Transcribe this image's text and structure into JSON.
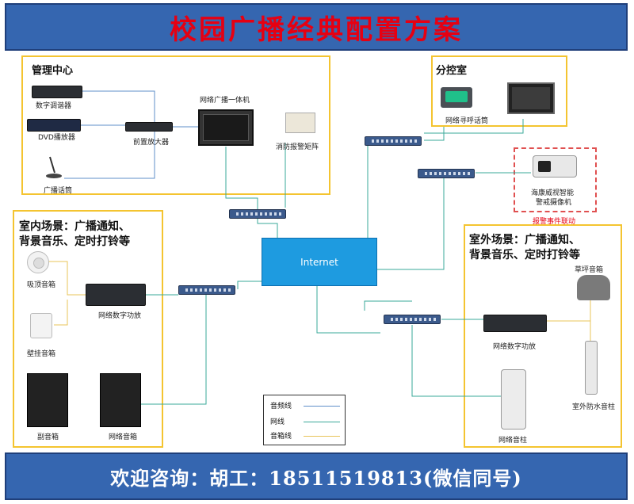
{
  "title": "校园广播经典配置方案",
  "contact": "欢迎咨询：胡工：18511519813(微信同号)",
  "management": {
    "title": "管理中心",
    "digital_tuner": "数字调谐器",
    "dvd_player": "DVD播放器",
    "microphone": "广播话筒",
    "preamp": "前置放大器",
    "all_in_one": "网络广播一体机",
    "fire_alarm": "消防报警矩阵"
  },
  "control_room": {
    "title": "分控室",
    "paging_mic": "网络寻呼话筒"
  },
  "camera": {
    "label_line1": "海康威视智能",
    "label_line2": "警戒摄像机",
    "alarm": "报警事件联动"
  },
  "internet": "Internet",
  "indoor": {
    "title_line1": "室内场景：广播通知、",
    "title_line2": "背景音乐、定时打铃等",
    "ceiling_speaker": "吸顶音箱",
    "wall_speaker": "壁挂音箱",
    "amplifier": "网络数字功放",
    "sub_speaker": "副音箱",
    "net_speaker": "网络音箱"
  },
  "outdoor": {
    "title_line1": "室外场景：广播通知、",
    "title_line2": "背景音乐、定时打铃等",
    "lawn_speaker": "草坪音箱",
    "amplifier": "网络数字功放",
    "waterproof_column": "室外防水音柱",
    "net_column": "网络音柱"
  },
  "legend": {
    "audio_line": "音频线",
    "network_line": "网线",
    "speaker_line": "音箱线"
  },
  "colors": {
    "audio_line": "#5f8fc8",
    "network_line": "#3aa89a",
    "speaker_line": "#e8c45a",
    "banner": "#3566b0",
    "title_text": "#e60012",
    "internet_box": "#1e9be0"
  }
}
